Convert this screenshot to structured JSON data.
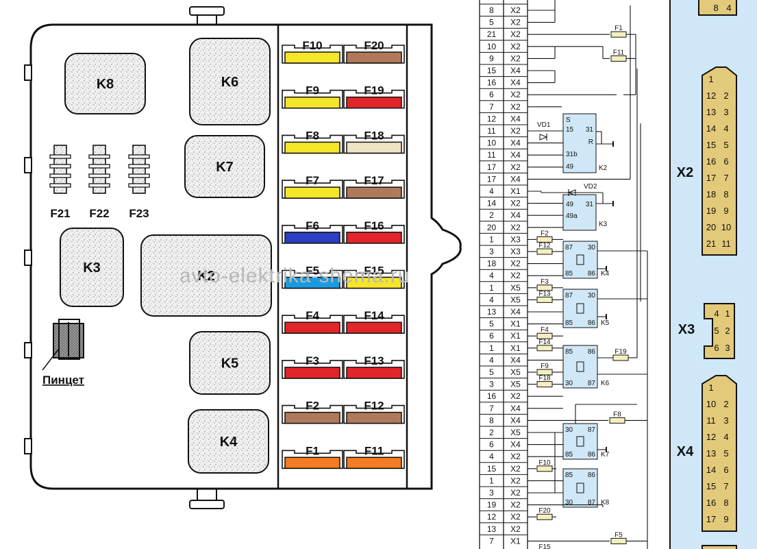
{
  "fuse_colors": {
    "yellow": "#f6e62a",
    "brown": "#b07a5a",
    "red": "#e2252b",
    "cream": "#ede4c4",
    "blue": "#2c3fc0",
    "lightblue": "#1a9be0",
    "orange": "#f57c22"
  },
  "fuse_rows": [
    {
      "left": {
        "label": "F10",
        "color": "yellow"
      },
      "right": {
        "label": "F20",
        "color": "brown"
      }
    },
    {
      "left": {
        "label": "F9",
        "color": "yellow"
      },
      "right": {
        "label": "F19",
        "color": "red"
      }
    },
    {
      "left": {
        "label": "F8",
        "color": "yellow"
      },
      "right": {
        "label": "F18",
        "color": "cream"
      }
    },
    {
      "left": {
        "label": "F7",
        "color": "yellow"
      },
      "right": {
        "label": "F17",
        "color": "brown"
      }
    },
    {
      "left": {
        "label": "F6",
        "color": "blue"
      },
      "right": {
        "label": "F16",
        "color": "red"
      }
    },
    {
      "left": {
        "label": "F5",
        "color": "lightblue"
      },
      "right": {
        "label": "F15",
        "color": "yellow"
      }
    },
    {
      "left": {
        "label": "F4",
        "color": "red"
      },
      "right": {
        "label": "F14",
        "color": "red"
      }
    },
    {
      "left": {
        "label": "F3",
        "color": "red"
      },
      "right": {
        "label": "F13",
        "color": "red"
      }
    },
    {
      "left": {
        "label": "F2",
        "color": "brown"
      },
      "right": {
        "label": "F12",
        "color": "brown"
      }
    },
    {
      "left": {
        "label": "F1",
        "color": "orange"
      },
      "right": {
        "label": "F11",
        "color": "orange"
      }
    }
  ],
  "relays": [
    "K8",
    "K6",
    "K7",
    "K3",
    "K2",
    "K5",
    "K4"
  ],
  "small_fuses": [
    "F21",
    "F22",
    "F23"
  ],
  "tweezers_label": "Пинцет",
  "watermark": "avto-elektrika-shema.ru",
  "connector_table": [
    [
      "8",
      "X2"
    ],
    [
      "5",
      "X2"
    ],
    [
      "21",
      "X2"
    ],
    [
      "10",
      "X2"
    ],
    [
      "9",
      "X2"
    ],
    [
      "15",
      "X4"
    ],
    [
      "16",
      "X4"
    ],
    [
      "6",
      "X2"
    ],
    [
      "7",
      "X2"
    ],
    [
      "12",
      "X4"
    ],
    [
      "11",
      "X2"
    ],
    [
      "10",
      "X4"
    ],
    [
      "11",
      "X4"
    ],
    [
      "17",
      "X2"
    ],
    [
      "17",
      "X4"
    ],
    [
      "4",
      "X1"
    ],
    [
      "14",
      "X2"
    ],
    [
      "2",
      "X4"
    ],
    [
      "20",
      "X2"
    ],
    [
      "1",
      "X3"
    ],
    [
      "3",
      "X3"
    ],
    [
      "18",
      "X2"
    ],
    [
      "4",
      "X2"
    ],
    [
      "1",
      "X5"
    ],
    [
      "4",
      "X5"
    ],
    [
      "13",
      "X4"
    ],
    [
      "5",
      "X1"
    ],
    [
      "6",
      "X1"
    ],
    [
      "1",
      "X1"
    ],
    [
      "4",
      "X4"
    ],
    [
      "5",
      "X5"
    ],
    [
      "3",
      "X5"
    ],
    [
      "16",
      "X2"
    ],
    [
      "7",
      "X4"
    ],
    [
      "8",
      "X4"
    ],
    [
      "2",
      "X5"
    ],
    [
      "6",
      "X4"
    ],
    [
      "4",
      "X2"
    ],
    [
      "15",
      "X2"
    ],
    [
      "1",
      "X2"
    ],
    [
      "3",
      "X2"
    ],
    [
      "19",
      "X2"
    ],
    [
      "12",
      "X2"
    ],
    [
      "13",
      "X2"
    ],
    [
      "7",
      "X1"
    ]
  ],
  "schematic": {
    "fuses": [
      {
        "id": "F1",
        "row": 2
      },
      {
        "id": "F11",
        "row": 4
      },
      {
        "id": "F2",
        "row": 19
      },
      {
        "id": "F12",
        "row": 20
      },
      {
        "id": "F3",
        "row": 23
      },
      {
        "id": "F13",
        "row": 24
      },
      {
        "id": "F4",
        "row": 27
      },
      {
        "id": "F14",
        "row": 28
      },
      {
        "id": "F9",
        "row": 30
      },
      {
        "id": "F18",
        "row": 31
      },
      {
        "id": "F19",
        "row": 29
      },
      {
        "id": "F8",
        "row": 34
      },
      {
        "id": "F10",
        "row": 38
      },
      {
        "id": "F20",
        "row": 42
      },
      {
        "id": "F5",
        "row": 44
      },
      {
        "id": "F15",
        "row": 45
      }
    ],
    "k2_pins": [
      "S",
      "15",
      "31",
      "R",
      "31b",
      "49"
    ],
    "k3_pins": [
      "49",
      "31",
      "49a"
    ],
    "relay_pins_a": [
      "87",
      "30",
      "85",
      "86"
    ],
    "relay_pins_b": [
      "85",
      "86",
      "30",
      "87"
    ],
    "relay_pins_c": [
      "30",
      "87",
      "85",
      "86"
    ],
    "labels": {
      "vd1": "VD1",
      "vd2": "VD2",
      "k2": "K2",
      "k3": "K3",
      "k4": "K4",
      "k5": "K5",
      "k6": "K6",
      "k7": "K7",
      "k8": "K8"
    }
  },
  "connectors": {
    "x1_pins": [
      [
        "8",
        "4"
      ]
    ],
    "x2": {
      "name": "X2",
      "pins": [
        [
          "1",
          ""
        ],
        [
          "12",
          "2"
        ],
        [
          "13",
          "3"
        ],
        [
          "14",
          "4"
        ],
        [
          "15",
          "5"
        ],
        [
          "16",
          "6"
        ],
        [
          "17",
          "7"
        ],
        [
          "18",
          "8"
        ],
        [
          "19",
          "9"
        ],
        [
          "20",
          "10"
        ],
        [
          "21",
          "11"
        ]
      ]
    },
    "x3": {
      "name": "X3",
      "pins": [
        [
          "4",
          "1"
        ],
        [
          "5",
          "2"
        ],
        [
          "6",
          "3"
        ]
      ]
    },
    "x4": {
      "name": "X4",
      "pins": [
        [
          "1",
          ""
        ],
        [
          "10",
          "2"
        ],
        [
          "11",
          "3"
        ],
        [
          "12",
          "4"
        ],
        [
          "13",
          "5"
        ],
        [
          "14",
          "6"
        ],
        [
          "15",
          "7"
        ],
        [
          "16",
          "8"
        ],
        [
          "17",
          "9"
        ]
      ]
    }
  }
}
